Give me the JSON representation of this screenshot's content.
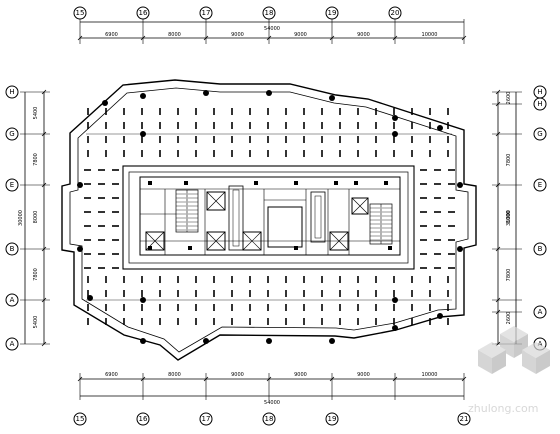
{
  "drawing": {
    "top_total": "54000",
    "bottom_total": "54000",
    "top_bays": [
      "6900",
      "8000",
      "9000",
      "9000",
      "9000",
      "10000"
    ],
    "bottom_bays": [
      "6900",
      "8000",
      "9000",
      "9000",
      "9000",
      "10000"
    ],
    "left_total": "30000",
    "left_bays": [
      "5400",
      "7800",
      "8000",
      "7800",
      "5400"
    ],
    "right_total": "31000",
    "right_bays": [
      "2600",
      "7800",
      "8000",
      "7800",
      "2600"
    ],
    "top_axes": [
      "15",
      "16",
      "17",
      "18",
      "19",
      "20"
    ],
    "bottom_axes": [
      "15",
      "16",
      "17",
      "18",
      "19",
      "21"
    ],
    "left_axes": [
      "H",
      "G",
      "E",
      "B",
      "A",
      "A"
    ],
    "right_axes": [
      "H",
      "G",
      "E",
      "B",
      "A"
    ]
  },
  "watermark": {
    "text": "zhulong.com"
  }
}
